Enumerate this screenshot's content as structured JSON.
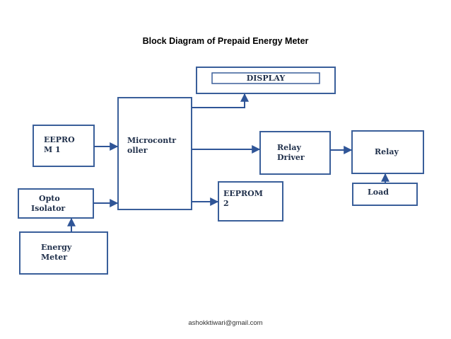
{
  "title": "Block Diagram of Prepaid Energy Meter",
  "footer": "ashokktiwari@gmail.com",
  "blocks": {
    "display": [
      "DISPLAY"
    ],
    "eeprom1": [
      "EEPRO",
      "M 1"
    ],
    "microcontroller": [
      "Microcontr",
      "oller"
    ],
    "relay_driver": [
      "Relay",
      "Driver"
    ],
    "relay": [
      "Relay"
    ],
    "load": [
      "Load"
    ],
    "eeprom2": [
      "EEPROM",
      "2"
    ],
    "opto_isolator": [
      "Opto",
      "Isolator"
    ],
    "energy_meter": [
      "Energy",
      "Meter"
    ]
  }
}
